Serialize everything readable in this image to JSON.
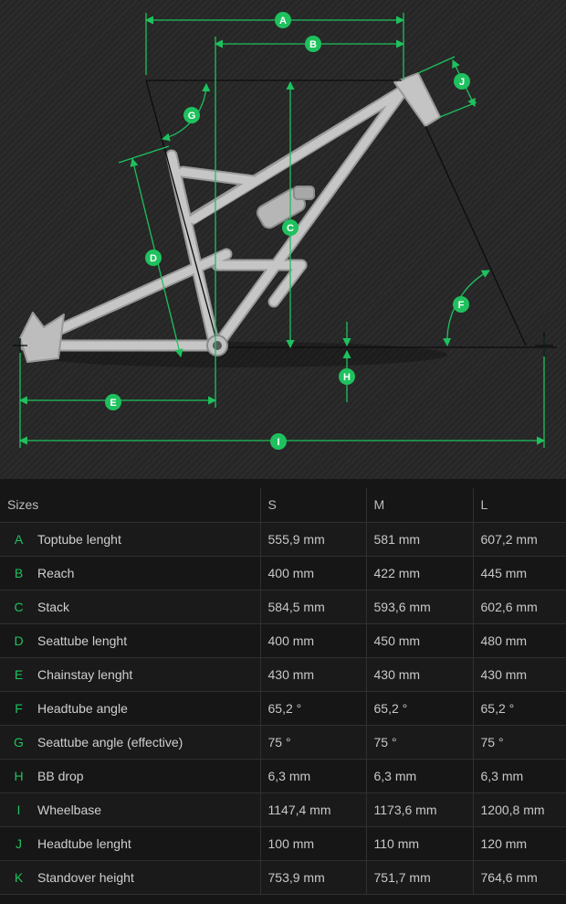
{
  "diagram": {
    "accent_color": "#1ec15e",
    "frame_color": "#bfbfbf",
    "labels": [
      "A",
      "B",
      "C",
      "D",
      "E",
      "F",
      "G",
      "H",
      "I",
      "J"
    ]
  },
  "table": {
    "header": {
      "col0": "Sizes",
      "sizes": [
        "S",
        "M",
        "L"
      ]
    },
    "rows": [
      {
        "letter": "A",
        "name": "Toptube lenght",
        "values": [
          "555,9 mm",
          "581 mm",
          "607,2 mm"
        ]
      },
      {
        "letter": "B",
        "name": "Reach",
        "values": [
          "400 mm",
          "422 mm",
          "445 mm"
        ]
      },
      {
        "letter": "C",
        "name": "Stack",
        "values": [
          "584,5 mm",
          "593,6 mm",
          "602,6 mm"
        ]
      },
      {
        "letter": "D",
        "name": "Seattube lenght",
        "values": [
          "400 mm",
          "450 mm",
          "480 mm"
        ]
      },
      {
        "letter": "E",
        "name": "Chainstay lenght",
        "values": [
          "430 mm",
          "430 mm",
          "430 mm"
        ]
      },
      {
        "letter": "F",
        "name": "Headtube angle",
        "values": [
          "65,2 °",
          "65,2 °",
          "65,2 °"
        ]
      },
      {
        "letter": "G",
        "name": "Seattube angle (effective)",
        "values": [
          "75 °",
          "75 °",
          "75 °"
        ]
      },
      {
        "letter": "H",
        "name": "BB drop",
        "values": [
          "6,3 mm",
          "6,3 mm",
          "6,3 mm"
        ]
      },
      {
        "letter": "I",
        "name": "Wheelbase",
        "values": [
          "1147,4 mm",
          "1173,6 mm",
          "1200,8 mm"
        ]
      },
      {
        "letter": "J",
        "name": "Headtube lenght",
        "values": [
          "100 mm",
          "110 mm",
          "120 mm"
        ]
      },
      {
        "letter": "K",
        "name": "Standover height",
        "values": [
          "753,9 mm",
          "751,7 mm",
          "764,6 mm"
        ]
      }
    ]
  }
}
